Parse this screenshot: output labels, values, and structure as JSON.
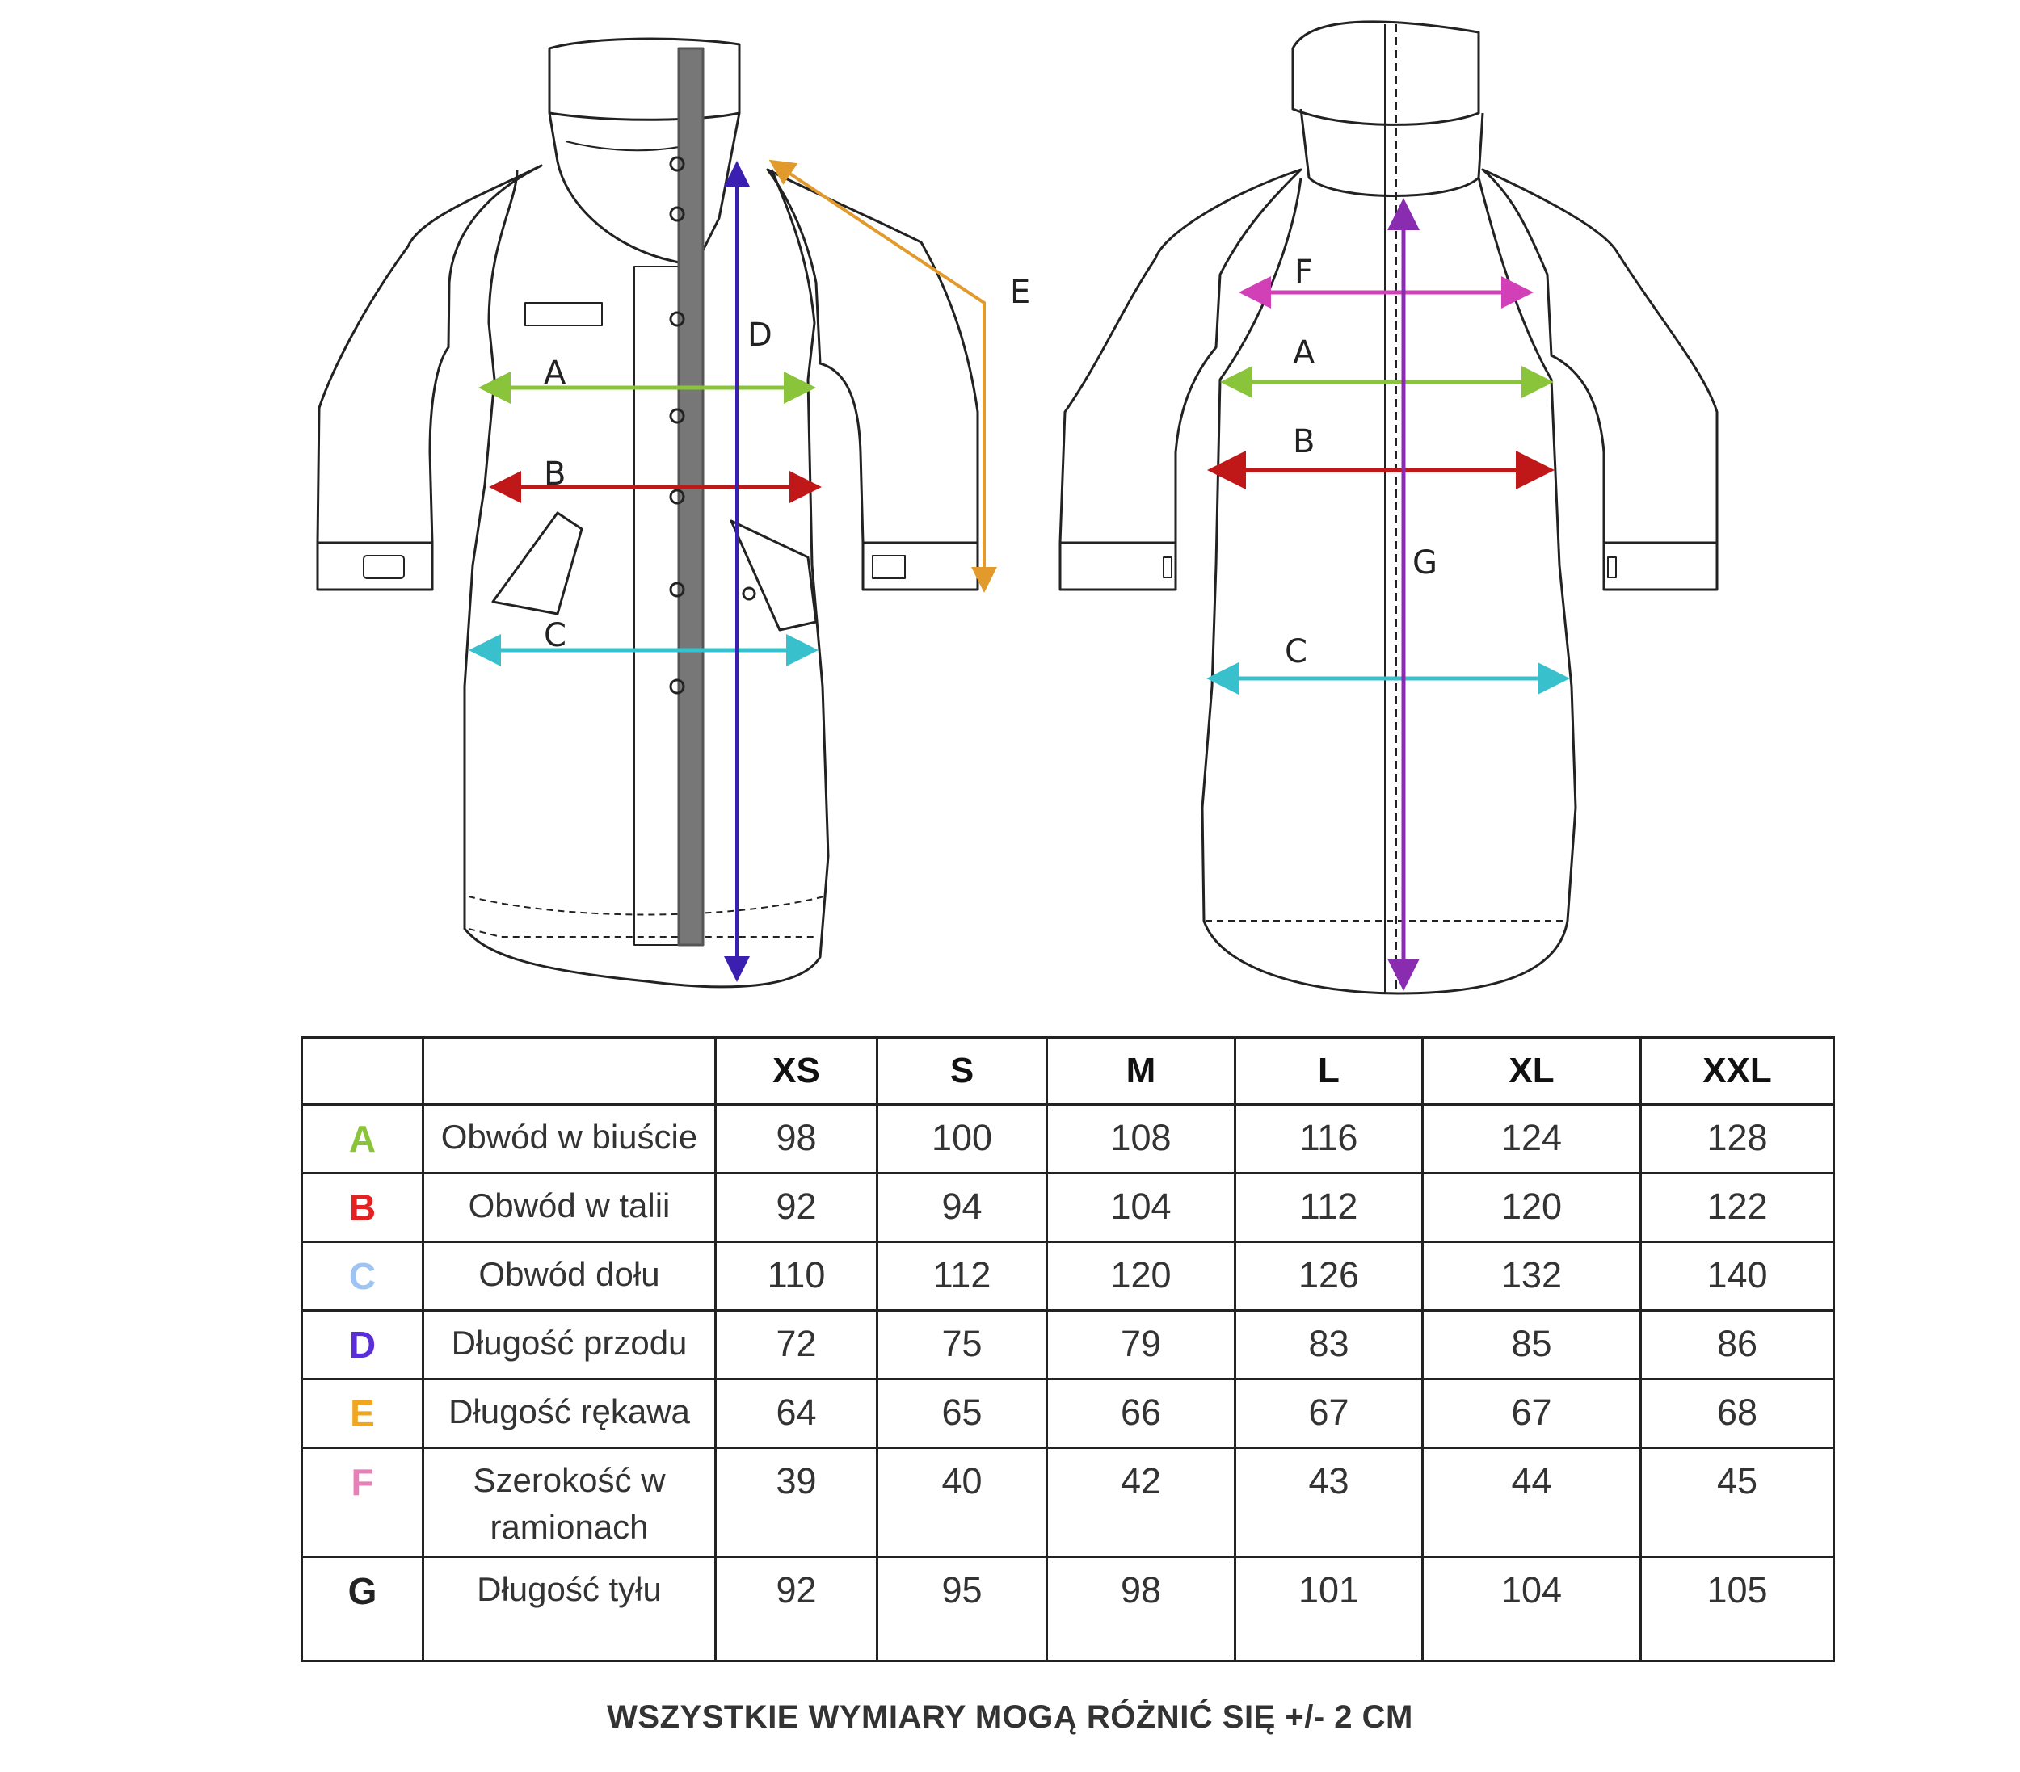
{
  "labels": {
    "A": "A",
    "B": "B",
    "C": "C",
    "D": "D",
    "E": "E",
    "F": "F",
    "G": "G"
  },
  "colors": {
    "A": "#8ac43a",
    "B": "#c01818",
    "C": "#38c0cc",
    "D": "#3a1fb0",
    "E": "#e29a2c",
    "F": "#d240b8",
    "G": "#8a2cb0",
    "letter_A": "#8ac43a",
    "letter_B": "#e52222",
    "letter_C": "#9fc3f2",
    "letter_D": "#5a2fd8",
    "letter_E": "#f0a620",
    "letter_F": "#e880b8",
    "letter_G": "#222222"
  },
  "table": {
    "headers": [
      "",
      "",
      "XS",
      "S",
      "M",
      "L",
      "XL",
      "XXL"
    ],
    "rows": [
      {
        "letter": "A",
        "name": "Obwód w biuście",
        "values": [
          "98",
          "100",
          "108",
          "116",
          "124",
          "128"
        ]
      },
      {
        "letter": "B",
        "name": "Obwód w talii",
        "values": [
          "92",
          "94",
          "104",
          "112",
          "120",
          "122"
        ]
      },
      {
        "letter": "C",
        "name": "Obwód dołu",
        "values": [
          "110",
          "112",
          "120",
          "126",
          "132",
          "140"
        ]
      },
      {
        "letter": "D",
        "name": "Długość przodu",
        "values": [
          "72",
          "75",
          "79",
          "83",
          "85",
          "86"
        ]
      },
      {
        "letter": "E",
        "name": "Długość rękawa",
        "values": [
          "64",
          "65",
          "66",
          "67",
          "67",
          "68"
        ]
      },
      {
        "letter": "F",
        "name": "Szerokość w ramionach",
        "values": [
          "39",
          "40",
          "42",
          "43",
          "44",
          "45"
        ]
      },
      {
        "letter": "G",
        "name": "Długość tyłu",
        "values": [
          "92",
          "95",
          "98",
          "101",
          "104",
          "105"
        ]
      }
    ]
  },
  "footer": "WSZYSTKIE WYMIARY MOGĄ RÓŻNIĆ SIĘ +/- 2 CM"
}
